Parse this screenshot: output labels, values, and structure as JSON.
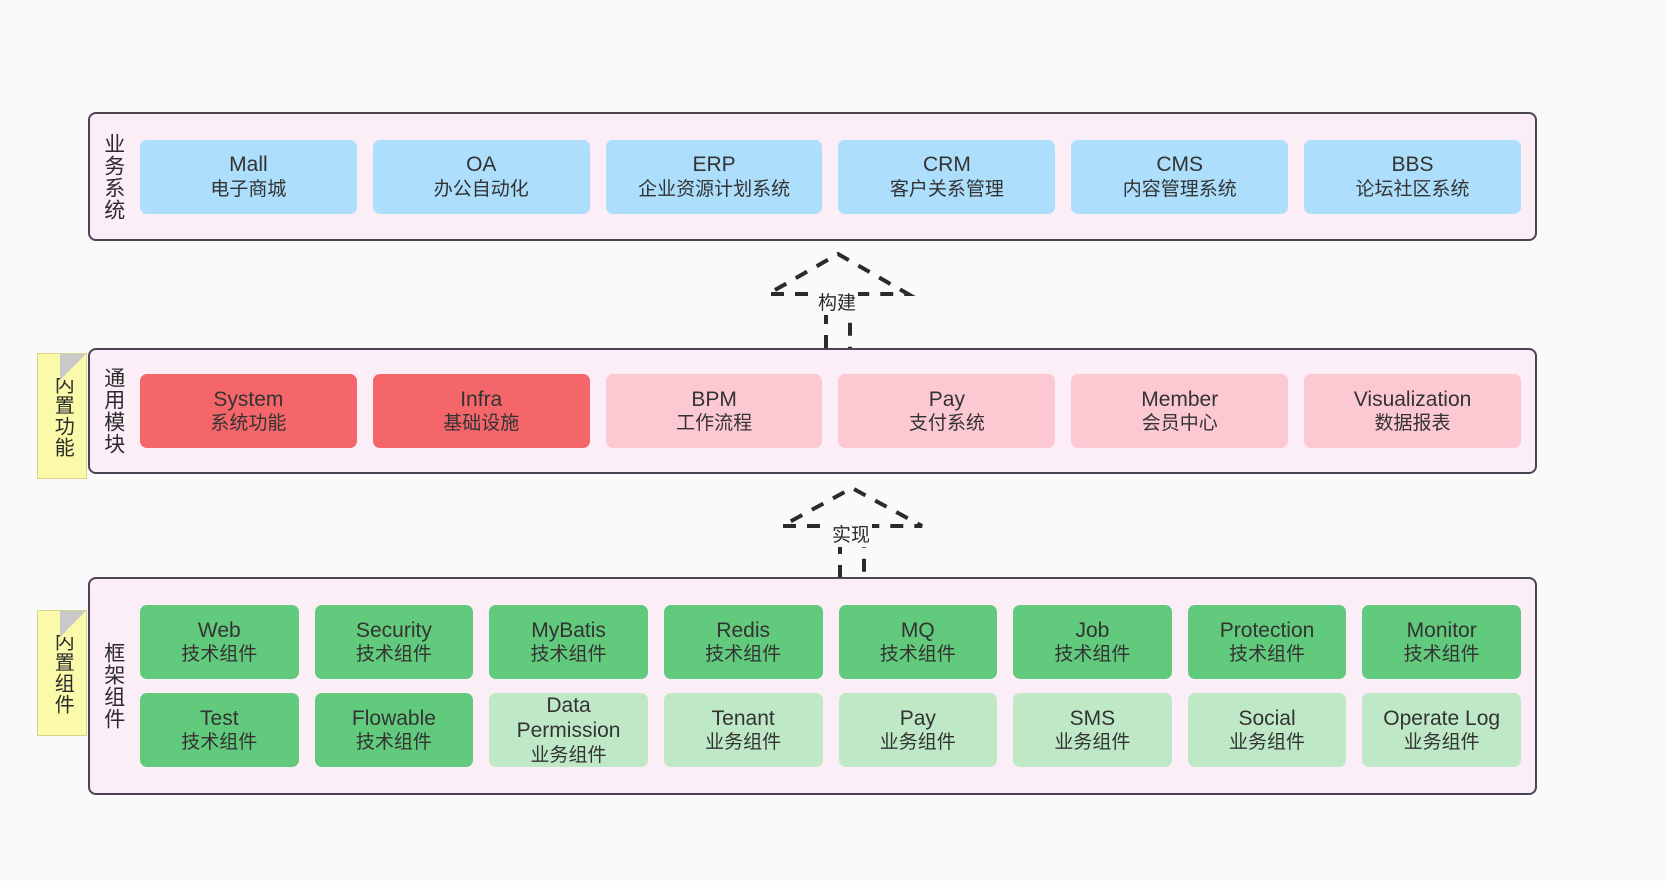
{
  "diagram": {
    "background_color": "#fafafa",
    "layer_border_color": "#4b4453",
    "layer_fill_color": "#fbeef7",
    "note_color": "#fbfaaa"
  },
  "layers": [
    {
      "id": "business",
      "label": "业务系统",
      "note": null,
      "rows": [
        {
          "cards": [
            {
              "title": "Mall",
              "sub": "电子商城",
              "style": "c-blue",
              "color": "#addefb"
            },
            {
              "title": "OA",
              "sub": "办公自动化",
              "style": "c-blue",
              "color": "#addefb"
            },
            {
              "title": "ERP",
              "sub": "企业资源计划系统",
              "style": "c-blue",
              "color": "#addefb"
            },
            {
              "title": "CRM",
              "sub": "客户关系管理",
              "style": "c-blue",
              "color": "#addefb"
            },
            {
              "title": "CMS",
              "sub": "内容管理系统",
              "style": "c-blue",
              "color": "#addefb"
            },
            {
              "title": "BBS",
              "sub": "论坛社区系统",
              "style": "c-blue",
              "color": "#addefb"
            }
          ]
        }
      ]
    },
    {
      "id": "common",
      "label": "通用模块",
      "note": "内置功能",
      "rows": [
        {
          "cards": [
            {
              "title": "System",
              "sub": "系统功能",
              "style": "c-red",
              "color": "#f4666a"
            },
            {
              "title": "Infra",
              "sub": "基础设施",
              "style": "c-red",
              "color": "#f4666a"
            },
            {
              "title": "BPM",
              "sub": "工作流程",
              "style": "c-pink",
              "color": "#fcc8d2"
            },
            {
              "title": "Pay",
              "sub": "支付系统",
              "style": "c-pink",
              "color": "#fcc8d2"
            },
            {
              "title": "Member",
              "sub": "会员中心",
              "style": "c-pink",
              "color": "#fcc8d2"
            },
            {
              "title": "Visualization",
              "sub": "数据报表",
              "style": "c-pink",
              "color": "#fcc8d2"
            }
          ]
        }
      ]
    },
    {
      "id": "framework",
      "label": "框架组件",
      "note": "内置组件",
      "rows": [
        {
          "cards": [
            {
              "title": "Web",
              "sub": "技术组件",
              "style": "c-green",
              "color": "#62ca7c"
            },
            {
              "title": "Security",
              "sub": "技术组件",
              "style": "c-green",
              "color": "#62ca7c"
            },
            {
              "title": "MyBatis",
              "sub": "技术组件",
              "style": "c-green",
              "color": "#62ca7c"
            },
            {
              "title": "Redis",
              "sub": "技术组件",
              "style": "c-green",
              "color": "#62ca7c"
            },
            {
              "title": "MQ",
              "sub": "技术组件",
              "style": "c-green",
              "color": "#62ca7c"
            },
            {
              "title": "Job",
              "sub": "技术组件",
              "style": "c-green",
              "color": "#62ca7c"
            },
            {
              "title": "Protection",
              "sub": "技术组件",
              "style": "c-green",
              "color": "#62ca7c"
            },
            {
              "title": "Monitor",
              "sub": "技术组件",
              "style": "c-green",
              "color": "#62ca7c"
            }
          ]
        },
        {
          "cards": [
            {
              "title": "Test",
              "sub": "技术组件",
              "style": "c-green",
              "color": "#62ca7c"
            },
            {
              "title": "Flowable",
              "sub": "技术组件",
              "style": "c-green",
              "color": "#62ca7c"
            },
            {
              "title": "Data Permission",
              "sub": "业务组件",
              "style": "c-green-light",
              "color": "#bfe9c6"
            },
            {
              "title": "Tenant",
              "sub": "业务组件",
              "style": "c-green-light",
              "color": "#bfe9c6"
            },
            {
              "title": "Pay",
              "sub": "业务组件",
              "style": "c-green-light",
              "color": "#bfe9c6"
            },
            {
              "title": "SMS",
              "sub": "业务组件",
              "style": "c-green-light",
              "color": "#bfe9c6"
            },
            {
              "title": "Social",
              "sub": "业务组件",
              "style": "c-green-light",
              "color": "#bfe9c6"
            },
            {
              "title": "Operate Log",
              "sub": "业务组件",
              "style": "c-green-light",
              "color": "#bfe9c6"
            }
          ]
        }
      ]
    }
  ],
  "connectors": [
    {
      "id": "build",
      "label": "构建",
      "from": "common",
      "to": "business",
      "style": "dashed-hollow-arrow-up"
    },
    {
      "id": "realize",
      "label": "实现",
      "from": "framework",
      "to": "common",
      "style": "dashed-hollow-arrow-up"
    }
  ]
}
